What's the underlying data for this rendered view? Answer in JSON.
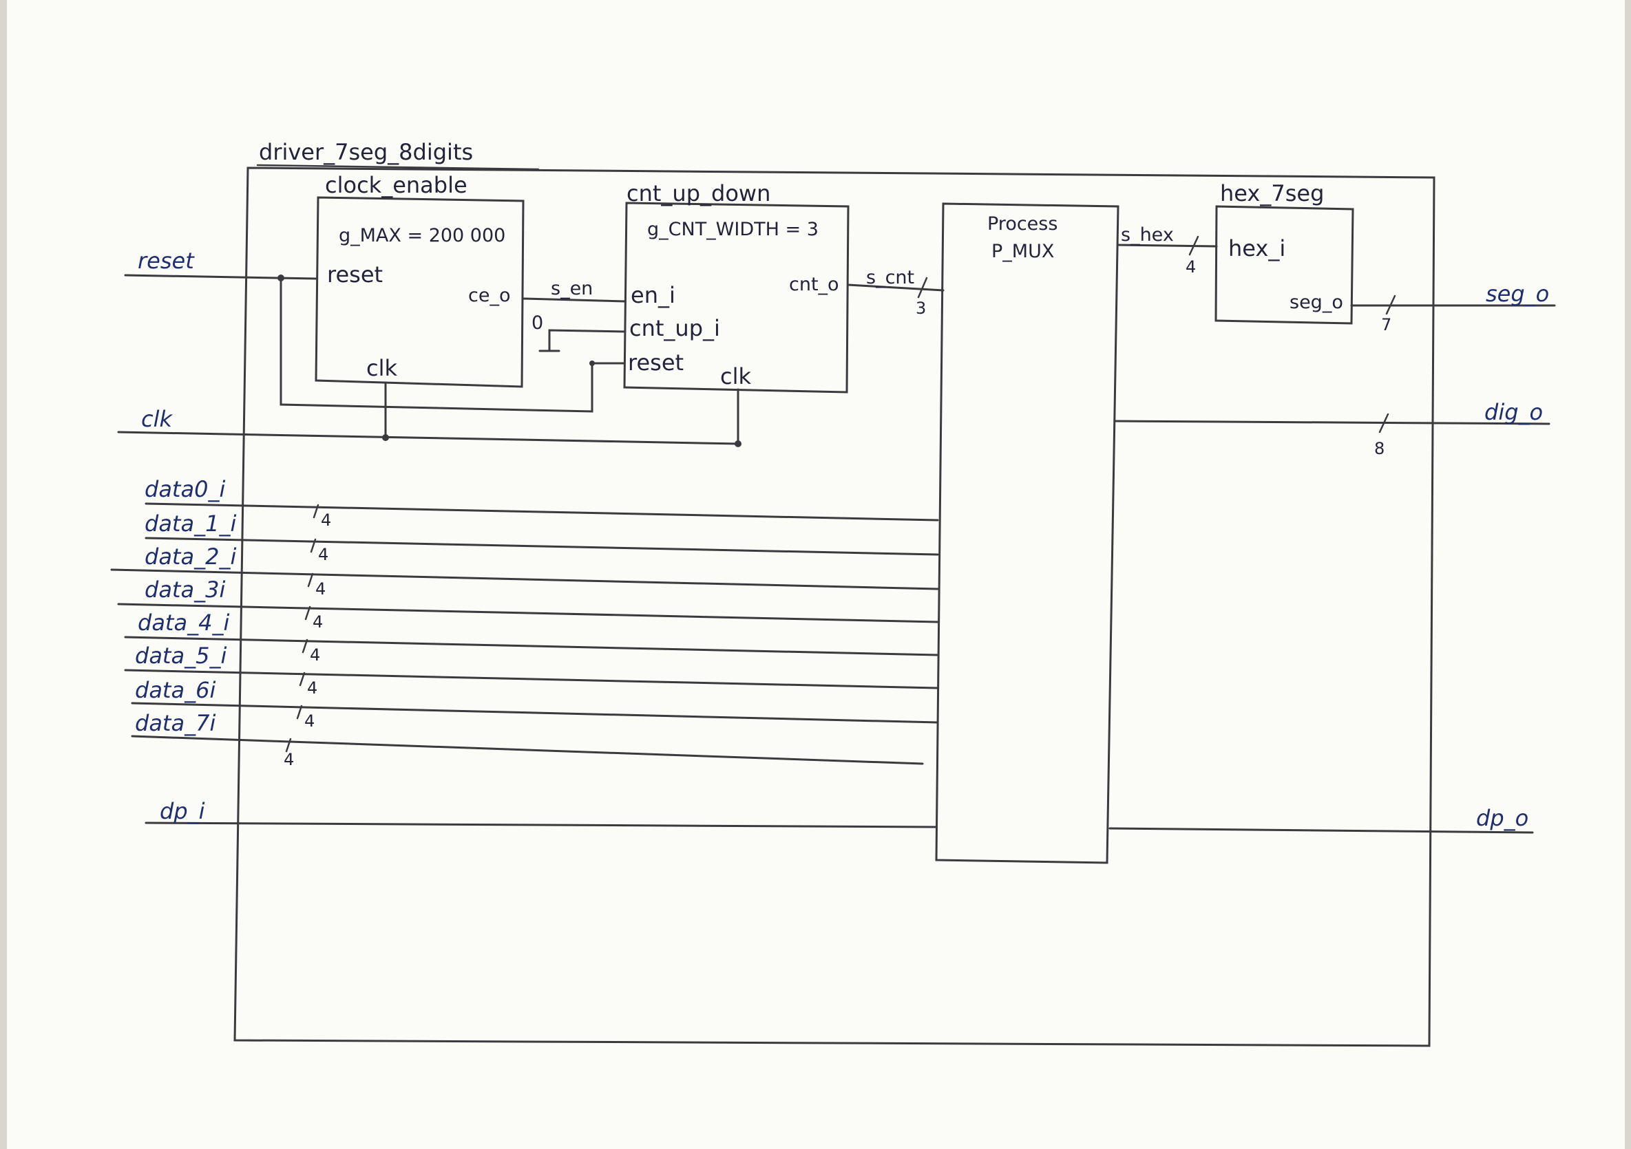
{
  "top_module": {
    "name": "driver_7seg_8digits"
  },
  "inputs": {
    "reset": "reset",
    "clk": "clk",
    "data": [
      "data0_i",
      "data_1_i",
      "data_2_i",
      "data_3i",
      "data_4_i",
      "data_5_i",
      "data_6i",
      "data_7i"
    ],
    "dp": "dp_i"
  },
  "outputs": {
    "seg": "seg_o",
    "dig": "dig_o",
    "dp": "dp_o"
  },
  "clock_enable": {
    "title": "clock_enable",
    "generic": "g_MAX = 200 000",
    "port_reset": "reset",
    "port_ce": "ce_o",
    "port_clk": "clk"
  },
  "cnt_up_down": {
    "title": "cnt_up_down",
    "generic": "g_CNT_WIDTH = 3",
    "port_en": "en_i",
    "port_cnt_up": "cnt_up_i",
    "port_reset": "reset",
    "port_cnt": "cnt_o",
    "port_clk": "clk"
  },
  "process": {
    "line1": "Process",
    "line2": "P_MUX"
  },
  "hex_7seg": {
    "title": "hex_7seg",
    "port_hex": "hex_i",
    "port_seg": "seg_o"
  },
  "signals": {
    "s_en": "s_en",
    "s_cnt": "s_cnt",
    "s_hex": "s_hex"
  },
  "const_zero": "0",
  "widths": {
    "data": [
      "4",
      "4",
      "4",
      "4",
      "4",
      "4",
      "4",
      "4"
    ],
    "s_cnt": "3",
    "s_hex": "4",
    "seg": "7",
    "dig": "8"
  }
}
